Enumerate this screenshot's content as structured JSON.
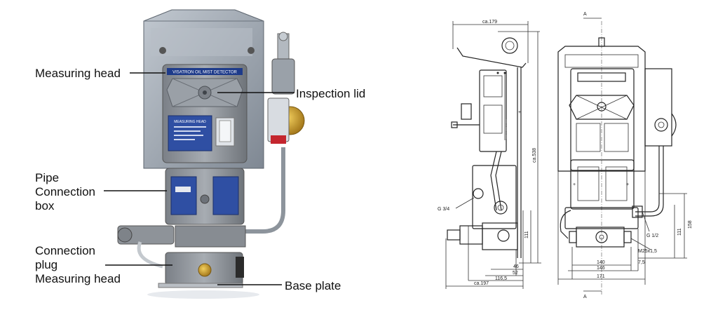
{
  "photo": {
    "labels": {
      "measuring_head": "Measuring head",
      "inspection_lid": "Inspection lid",
      "pipe_connection_box": [
        "Pipe",
        "Connection",
        "box"
      ],
      "connection_plug": [
        "Connection",
        "plug",
        "Measuring head"
      ],
      "base_plate": "Base plate"
    },
    "device": {
      "header_plate": "VISATRON OIL MIST DETECTOR",
      "nameplate": "MEASURING HEAD"
    }
  },
  "drawing": {
    "section_marker": "A",
    "dims": {
      "width_top": "ca.179",
      "height_total": "ca.538",
      "g34": "G 3/4",
      "d111_left": "111",
      "d46": "46",
      "d52": "52",
      "d116_5": "116,5",
      "ca197": "ca.197",
      "g12": "G 1/2",
      "m25": "M25x1,5",
      "d140": "140",
      "d146": "146",
      "d171": "171",
      "d7_5": "7,5",
      "d111_right": "111",
      "d158": "158"
    }
  },
  "colors": {
    "housing": "#8e9399",
    "plate_blue": "#2f4fa3",
    "bracket": "#a5adb7",
    "brass": "#c99a2a",
    "red_tag": "#c4262e"
  }
}
